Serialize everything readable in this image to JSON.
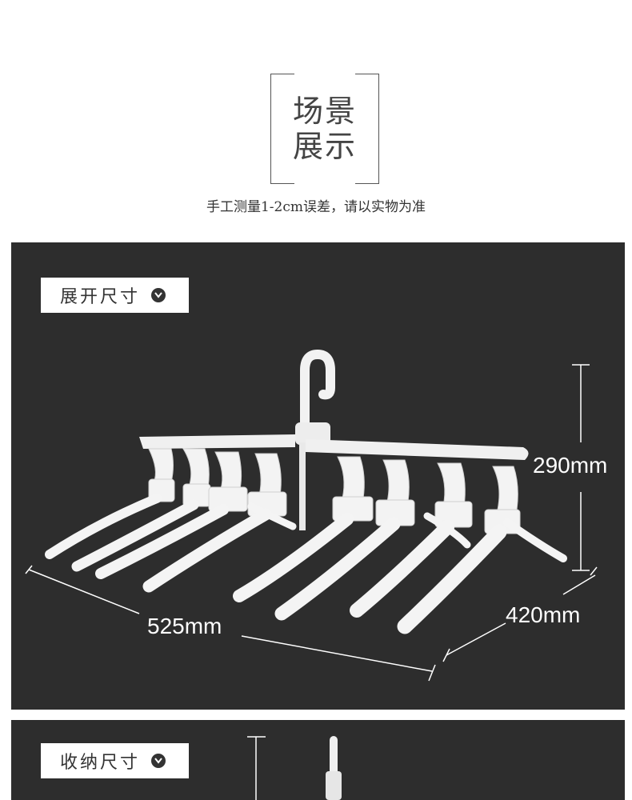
{
  "title": {
    "line1": "场景",
    "line2": "展示"
  },
  "subtitle": "手工测量1-2cm误差，请以实物为准",
  "panels": [
    {
      "label": "展开尺寸",
      "icon": "chevron-down-circle-icon",
      "dimensions": {
        "height": "290mm",
        "width": "525mm",
        "depth": "420mm"
      }
    },
    {
      "label": "收纳尺寸",
      "icon": "chevron-down-circle-icon"
    }
  ],
  "colors": {
    "panel_bg": "#2d2d2d",
    "hanger": "#ffffff",
    "text": "#333333"
  }
}
